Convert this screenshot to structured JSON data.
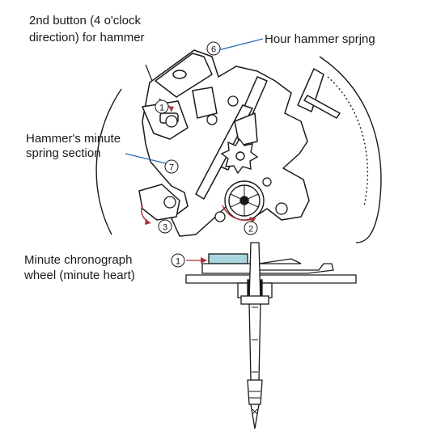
{
  "labels": {
    "second_button_line1": "2nd button (4 o'clock",
    "second_button_line2": "direction) for hammer",
    "hour_hammer_spring": "Hour hammer sprjng",
    "hammer_minute_line1": "Hammer's minute",
    "hammer_minute_line2": "spring section",
    "minute_chrono_line1": "Minute chronograph",
    "minute_chrono_line2": "wheel (minute heart)"
  },
  "markers": {
    "m1_top": "1",
    "m2": "2",
    "m3": "3",
    "m6": "6",
    "m7": "7",
    "m1_bottom": "1"
  },
  "colors": {
    "line": "#1a1a1a",
    "arrow_red": "#b0303a",
    "leader_blue": "#2a6ab0",
    "highlight_cyan": "#a9d6de"
  }
}
